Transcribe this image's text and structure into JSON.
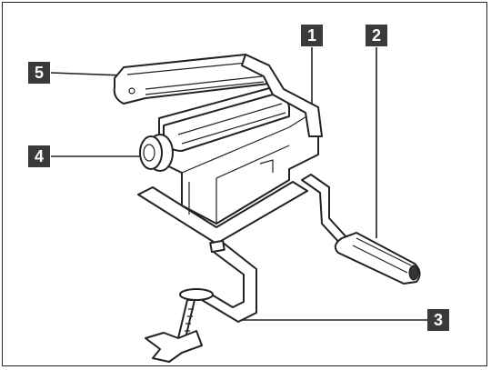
{
  "callouts": [
    {
      "id": "1",
      "label": "1"
    },
    {
      "id": "2",
      "label": "2"
    },
    {
      "id": "3",
      "label": "3"
    },
    {
      "id": "4",
      "label": "4"
    },
    {
      "id": "5",
      "label": "5"
    }
  ],
  "colors": {
    "badge_bg": "#3a3a3a",
    "badge_text": "#ffffff",
    "stroke": "#222222"
  }
}
